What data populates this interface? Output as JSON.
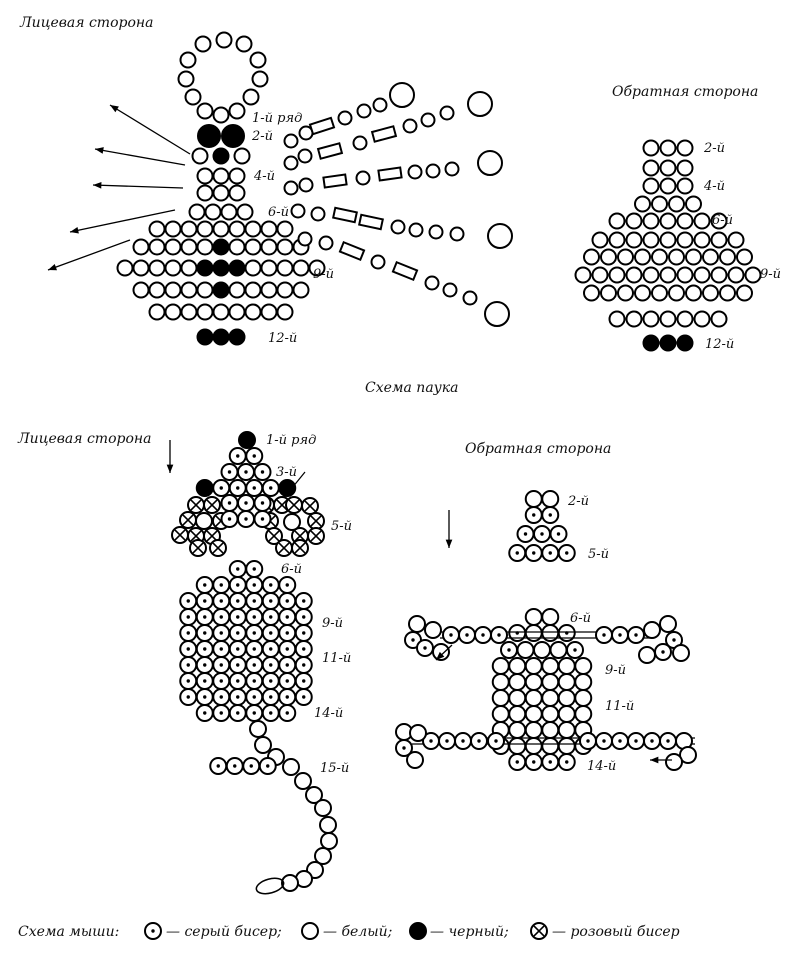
{
  "spider": {
    "front_title": "Лицевая сторона",
    "back_title": "Обратная сторона",
    "caption": "Схема паука",
    "front_rows": {
      "r1": "1-й ряд",
      "r2": "2-й",
      "r4": "4-й",
      "r6": "6-й",
      "r9": "9-й",
      "r12": "12-й"
    },
    "back_rows": {
      "r2": "2-й",
      "r4": "4-й",
      "r6": "6-й",
      "r9": "9-й",
      "r12": "12-й"
    }
  },
  "mouse": {
    "front_title": "Лицевая сторона",
    "back_title": "Обратная сторона",
    "front_rows": {
      "r1": "1-й ряд",
      "r3": "3-й",
      "r5": "5-й",
      "r6": "6-й",
      "r9": "9-й",
      "r11": "11-й",
      "r14": "14-й",
      "r15": "15-й"
    },
    "back_rows": {
      "r2": "2-й",
      "r5": "5-й",
      "r6": "6-й",
      "r9": "9-й",
      "r11": "11-й",
      "r14": "14-й"
    }
  },
  "legend": {
    "title": "Схема мыши:",
    "gray": "— серый бисер;",
    "white": "— белый;",
    "black": "— черный;",
    "pink": "— розовый бисер"
  }
}
